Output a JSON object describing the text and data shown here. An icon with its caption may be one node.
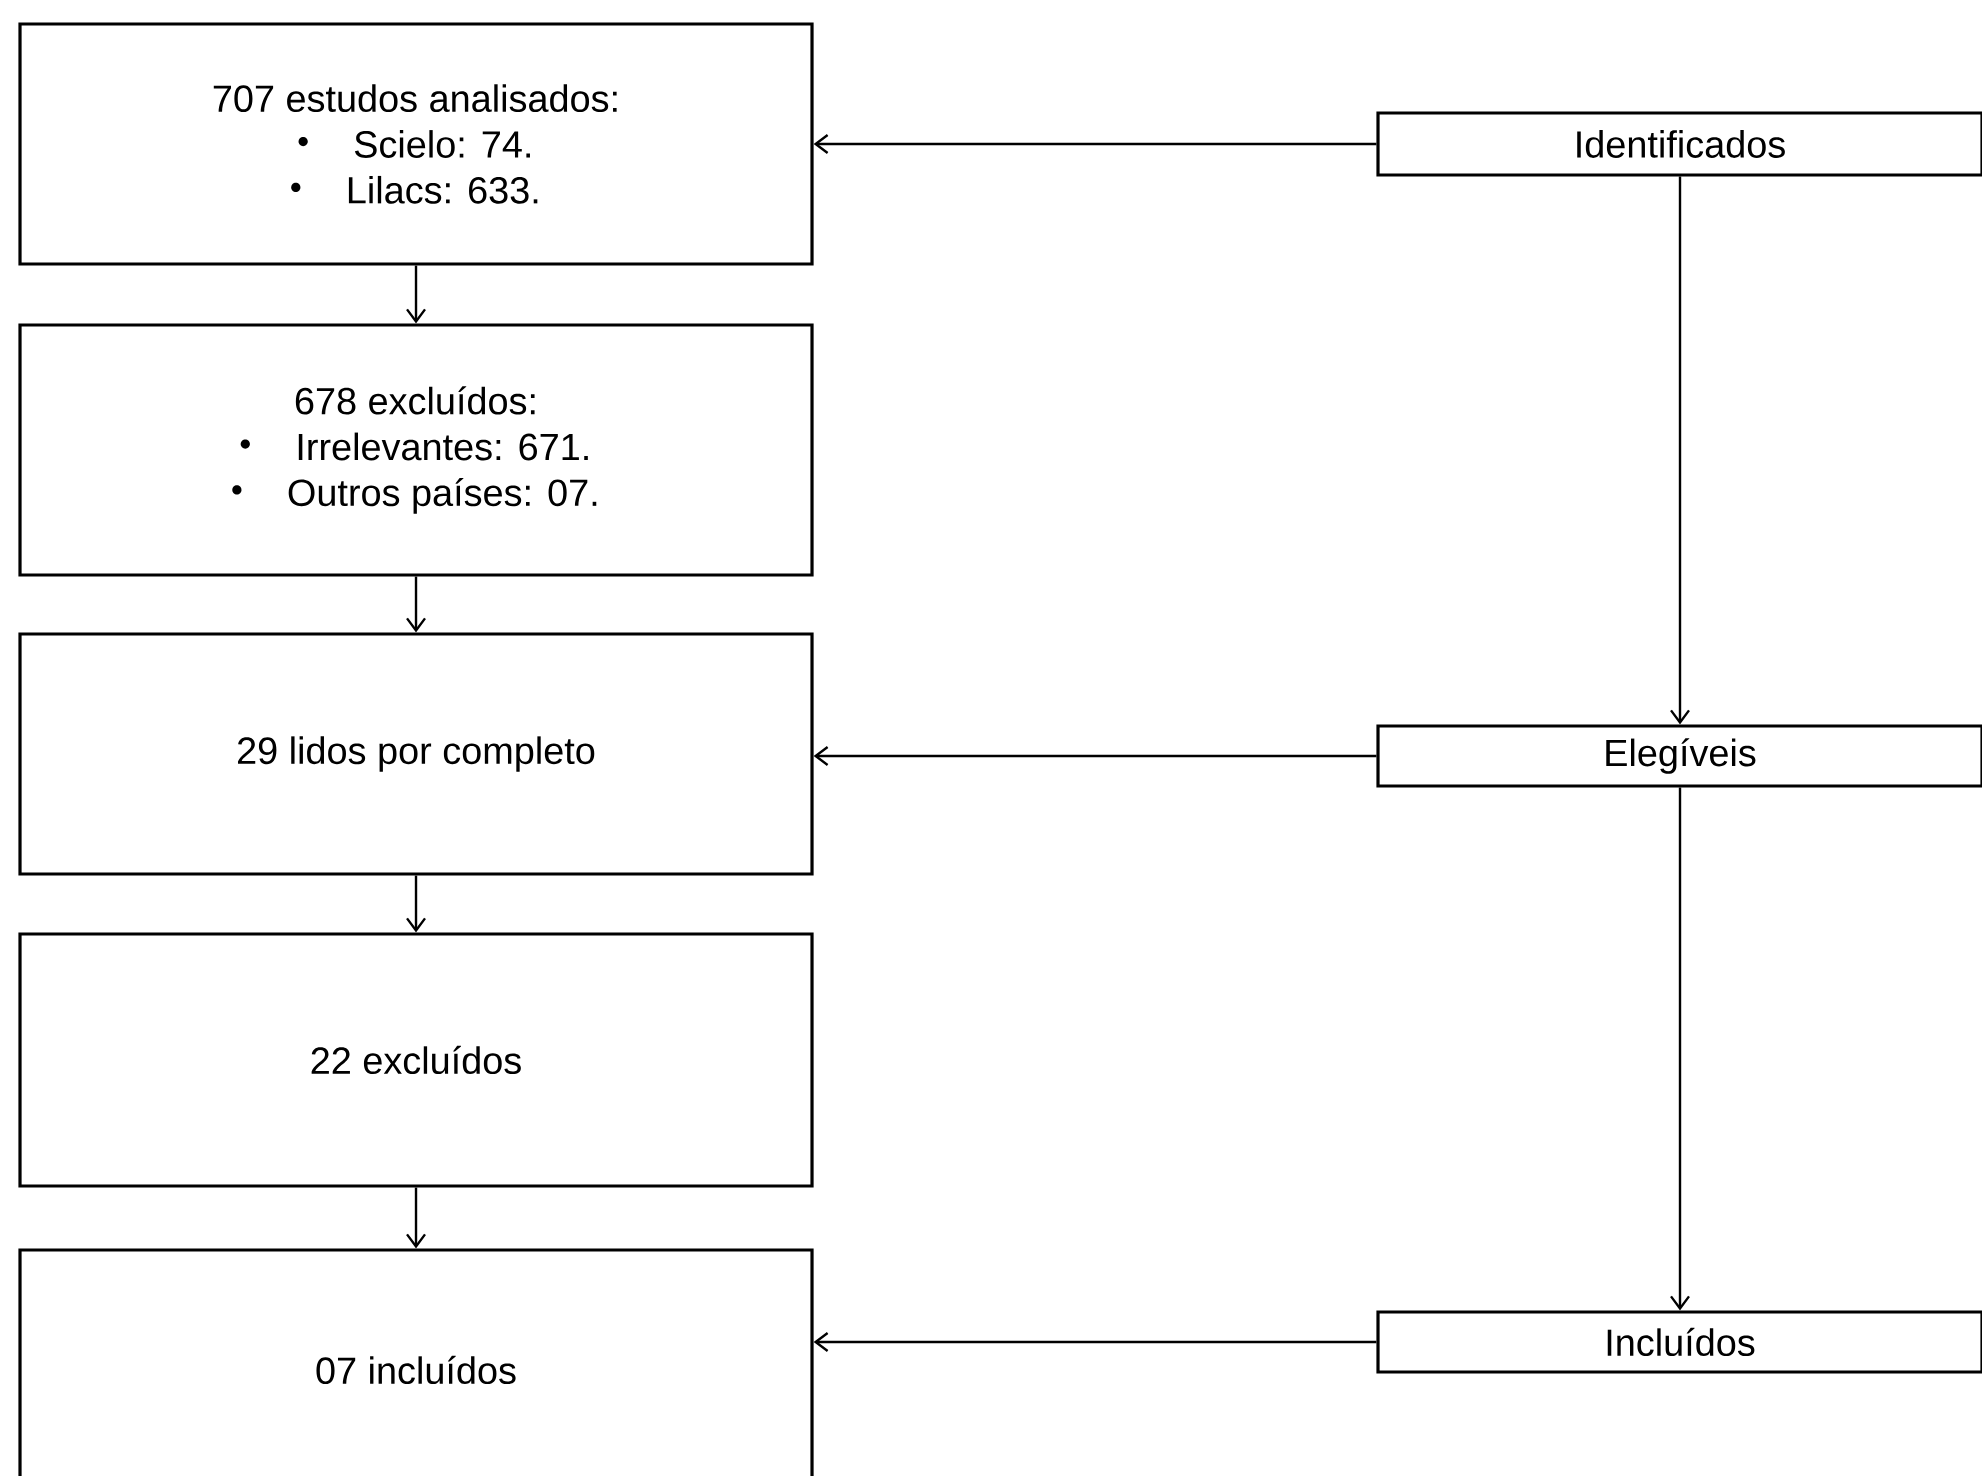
{
  "diagram": {
    "nodes": [
      {
        "text": [
          "707 estudos analisados:",
          "Scielo: 74.",
          "Lilacs: 633."
        ]
      },
      {
        "text": [
          "678 excluídos:",
          "Irrelevantes: 671.",
          "Outros países: 07."
        ]
      },
      {
        "text": [
          "29 lidos por completo"
        ]
      },
      {
        "text": [
          "22 excluídos"
        ]
      },
      {
        "text": [
          "07 incluídos"
        ]
      },
      {
        "text": [
          "Identificados"
        ]
      },
      {
        "text": [
          "Elegíveis"
        ]
      },
      {
        "text": [
          "Incluídos"
        ]
      }
    ],
    "edges": [
      {
        "from": 0,
        "to": 1,
        "arrow": "to"
      },
      {
        "from": 1,
        "to": 2,
        "arrow": "to"
      },
      {
        "from": 2,
        "to": 3,
        "arrow": "to"
      },
      {
        "from": 3,
        "to": 4,
        "arrow": "to"
      },
      {
        "from": 5,
        "to": 0,
        "arrow": "to"
      },
      {
        "from": 6,
        "to": 2,
        "arrow": "to"
      },
      {
        "from": 7,
        "to": 4,
        "arrow": "to"
      },
      {
        "from": 5,
        "to": 6,
        "arrow": "to"
      },
      {
        "from": 6,
        "to": 7,
        "arrow": "to"
      }
    ]
  }
}
